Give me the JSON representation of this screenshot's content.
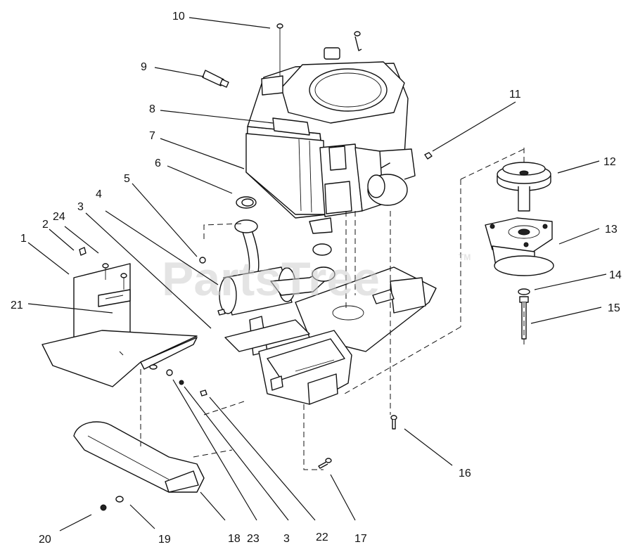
{
  "watermark": {
    "text": "PartsTree",
    "trademark": "TM"
  },
  "callouts": {
    "c1": "1",
    "c2": "2",
    "c3a": "3",
    "c3b": "3",
    "c4": "4",
    "c5": "5",
    "c6": "6",
    "c7": "7",
    "c8": "8",
    "c9": "9",
    "c10": "10",
    "c11": "11",
    "c12": "12",
    "c13": "13",
    "c14": "14",
    "c15": "15",
    "c16": "16",
    "c17": "17",
    "c18": "18",
    "c19": "19",
    "c20": "20",
    "c21": "21",
    "c22": "22",
    "c23": "23",
    "c24": "24"
  }
}
